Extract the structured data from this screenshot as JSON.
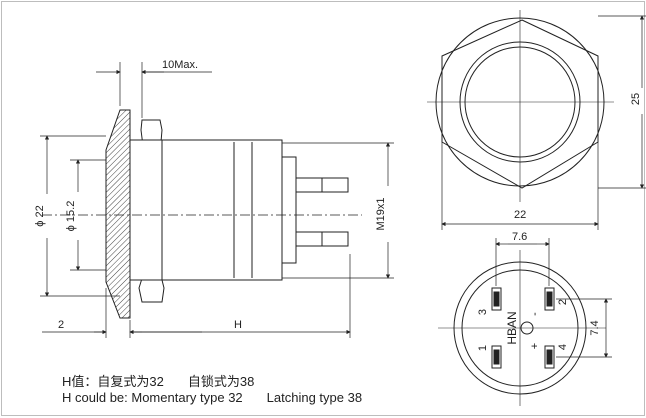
{
  "dimensions": {
    "ten_max": "10Max.",
    "phi22": "ϕ 22",
    "phi15_2": "ϕ 15.2",
    "m19x1": "M19x1",
    "two": "2",
    "h": "H",
    "twentyfive": "25",
    "twentytwo": "22",
    "seven_six": "7.6",
    "seven_four": "7.4"
  },
  "terminal_labels": {
    "t1": "1",
    "t2": "2",
    "t3": "3",
    "t4": "4",
    "minus": "-",
    "plus": "+",
    "brand": "HBAN"
  },
  "caption": {
    "line1_cn_a": "H值：自复式为32",
    "line1_cn_b": "自锁式为38",
    "line2_en_a": "H could be: Momentary type 32",
    "line2_en_b": "Latching type 38"
  }
}
